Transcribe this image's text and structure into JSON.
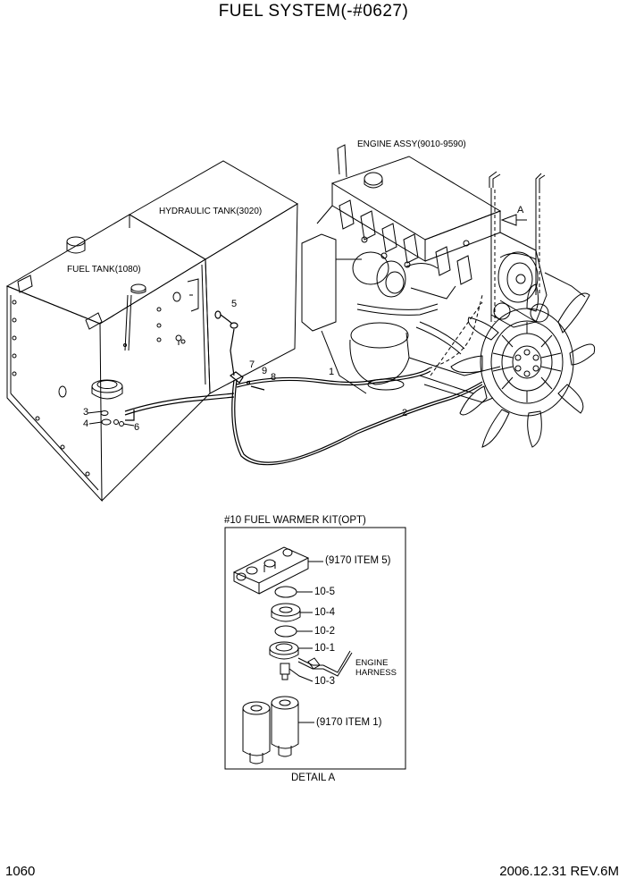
{
  "title": "FUEL SYSTEM(-#0627)",
  "labels": {
    "engine_assy": "ENGINE ASSY(9010-9590)",
    "hydraulic_tank": "HYDRAULIC TANK(3020)",
    "fuel_tank": "FUEL TANK(1080)",
    "view_a": "A"
  },
  "callouts": [
    "1",
    "2",
    "3",
    "4",
    "5",
    "6",
    "7",
    "8",
    "9"
  ],
  "detail": {
    "heading": "#10 FUEL WARMER KIT(OPT)",
    "items": {
      "item5": "(9170 ITEM 5)",
      "p10_5": "10-5",
      "p10_4": "10-4",
      "p10_2": "10-2",
      "p10_1": "10-1",
      "p10_3": "10-3",
      "harness_1": "ENGINE",
      "harness_2": "HARNESS",
      "item1": "(9170 ITEM 1)"
    },
    "caption": "DETAIL A"
  },
  "footer": {
    "page": "1060",
    "date_rev": "2006.12.31  REV.6M"
  }
}
